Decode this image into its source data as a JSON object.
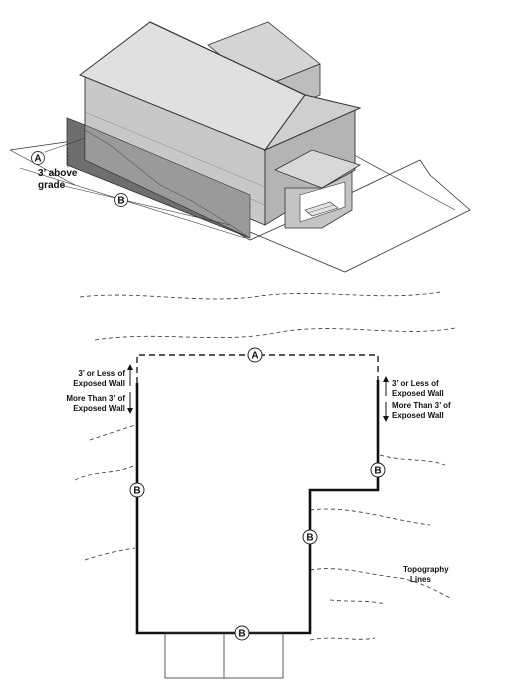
{
  "iso_view": {
    "marker_a": "A",
    "marker_b": "B",
    "grade_label_line1": "3’ above",
    "grade_label_line2": "grade"
  },
  "plan_view": {
    "marker_a": "A",
    "marker_b_left": "B",
    "marker_b_right": "B",
    "marker_b_mid": "B",
    "marker_b_bottom": "B",
    "left_upper_label_line1": "3’ or Less of",
    "left_upper_label_line2": "Exposed Wall",
    "left_lower_label_line1": "More Than 3’ of",
    "left_lower_label_line2": "Exposed Wall",
    "right_upper_label_line1": "3’ or Less of",
    "right_upper_label_line2": "Exposed Wall",
    "right_lower_label_line1": "More Than 3’ of",
    "right_lower_label_line2": "Exposed Wall",
    "topo_label_line1": "Topography",
    "topo_label_line2": "Lines"
  }
}
